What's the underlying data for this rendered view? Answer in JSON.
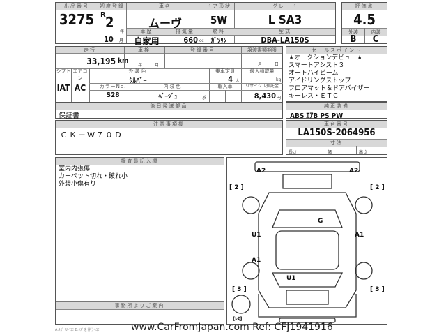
{
  "header": {
    "lot_label": "出品番号",
    "lot": "3275",
    "reg_label": "初度登録",
    "era": "R",
    "year": "2",
    "year_unit": "年",
    "month": "10",
    "month_unit": "月",
    "name_label": "車名",
    "name": "ムーヴ",
    "door_label": "ドア形状",
    "door": "5W",
    "grade_label": "グレード",
    "grade": "L SA3",
    "usage_label": "車歴",
    "usage": "自家用",
    "cc_label": "排気量",
    "cc": "660",
    "cc_unit": "cc",
    "fuel_label": "燃料",
    "fuel": "ｶﾞｿﾘﾝ",
    "model_label": "型式",
    "model": "DBA-LA150S",
    "score_label": "評価点",
    "score": "4.5",
    "ext_label": "外装",
    "ext": "B",
    "int_label": "内装",
    "int": "C"
  },
  "row2": {
    "mileage_label": "走行",
    "mileage": "33,195",
    "mileage_unit": "km",
    "inspection_label": "車検",
    "insp_year": "年",
    "insp_month": "月",
    "plate_label": "登録番号",
    "transfer_label": "譲渡書類期限",
    "tr_month": "月",
    "tr_day": "日",
    "max_load_label": "最大積載量",
    "kg": "kg",
    "shift_label": "シフト",
    "shift": "IAT",
    "ac_label": "エアコン",
    "ac": "AC",
    "color_label": "外装色",
    "color": "ｼﾙﾊﾞｰ",
    "seats_label": "乗車定員",
    "seats": "4",
    "seats_unit": "人",
    "color_no_label": "カラーNo.",
    "color_no": "S28",
    "interior_label": "内装色",
    "interior": "ﾍﾞｰｼﾞｭ",
    "interior_unit": "系",
    "import_label": "輸入車",
    "recycle_label": "リサイクル預託金",
    "recycle": "8,430",
    "yen": "円"
  },
  "sales": {
    "label": "セールスポイント",
    "items": [
      "★オークションデビュー★",
      "スマートアシスト３",
      "オートハイビーム",
      "アイドリングストップ",
      "フロアマット＆ドアバイザー",
      "キーレス・ＥＴＣ"
    ]
  },
  "parts": {
    "label": "後日発送部品",
    "value": "保証書"
  },
  "equip": {
    "label": "純正装備",
    "value": "ABS ｴｱB PS PW"
  },
  "notes": {
    "label": "注意事項欄",
    "value": "ＣＫ－Ｗ７０Ｄ"
  },
  "chassis": {
    "label": "車台番号",
    "value": "LA150S-2064956",
    "dim_label": "寸法",
    "length": "長さ",
    "width": "幅",
    "height": "高さ"
  },
  "inspector": {
    "label": "検査員記入欄",
    "lines": [
      "室内内張傷",
      "カーペット切れ・破れ小",
      "外装小傷有り"
    ]
  },
  "office": {
    "label": "事務所よりご案内"
  },
  "diagram": {
    "marks": [
      "A2",
      "A2",
      "[ 2 ]",
      "[ 2 ]",
      "G",
      "U1",
      "A1",
      "A1",
      "U1",
      "[ 3 ]",
      "[ 3 ]",
      "[ﾚｽ]"
    ]
  },
  "footer": {
    "legend": "A:ｷｽﾞ U:ﾍｺﾐ B:ｷｽﾞを伴うﾍｺﾐ",
    "watermark": "www.CarFromJapan.com Ref: CFJ1941916"
  }
}
